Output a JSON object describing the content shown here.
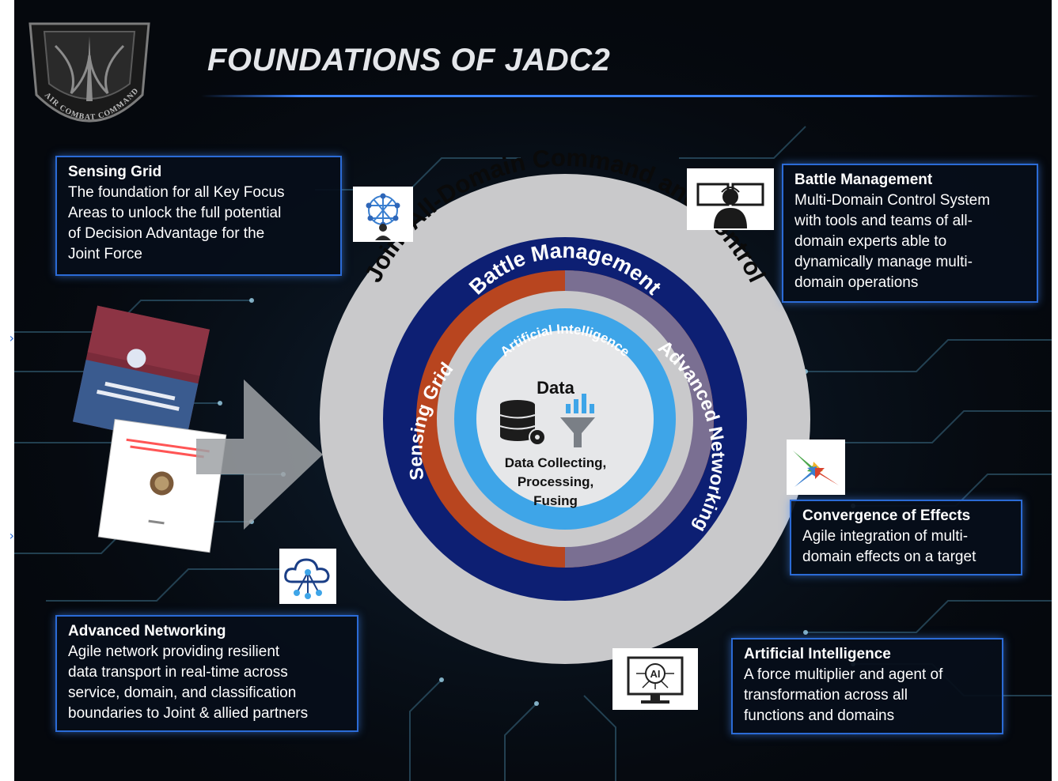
{
  "title": "FOUNDATIONS OF JADC2",
  "emblem": {
    "text": "AIR COMBAT COMMAND"
  },
  "rings": {
    "outer": "Joint All-Domain Command and Control",
    "battle": "Battle Management",
    "sensing": "Sensing Grid",
    "networking": "Advanced Networking",
    "ai": "Artificial Intelligence",
    "core_title": "Data",
    "core_lines": [
      "Data Collecting,",
      "Processing,",
      "Fusing"
    ]
  },
  "boxes": {
    "sensing_grid": {
      "title": "Sensing Grid",
      "lines": [
        "The foundation for all Key Focus",
        "Areas to unlock the full potential",
        "of Decision Advantage for the",
        "Joint Force"
      ]
    },
    "battle_management": {
      "title": "Battle Management",
      "lines": [
        "Multi-Domain Control System",
        "with tools and teams of all-",
        "domain experts able to",
        "dynamically manage multi-",
        "domain operations"
      ]
    },
    "convergence": {
      "title": "Convergence of Effects",
      "lines": [
        "Agile integration of multi-",
        "domain effects on a target"
      ]
    },
    "advanced_networking": {
      "title": "Advanced Networking",
      "lines": [
        "Agile network providing resilient",
        "data transport in real-time across",
        "service, domain, and classification",
        "boundaries to Joint & allied partners"
      ]
    },
    "artificial_intelligence": {
      "title": "Artificial Intelligence",
      "lines": [
        "A force multiplier and agent of",
        "transformation across all",
        "functions and domains"
      ]
    }
  },
  "icons": {
    "sensing": "network-person-icon",
    "battle": "operator-monitors-icon",
    "convergence": "converging-arrows-icon",
    "networking": "cloud-network-icon",
    "ai": "ai-monitor-icon",
    "data": "database-gear-icon",
    "funnel": "data-funnel-icon"
  },
  "colors": {
    "accent": "#2b6bd6",
    "ring_outer": "#c9c9cb",
    "ring_battle": "#0d1f73",
    "ring_sensing": "#b8451f",
    "ring_networking": "#7a6f92",
    "ring_ai": "#3ea5e8",
    "core": "#e6e7e9"
  }
}
